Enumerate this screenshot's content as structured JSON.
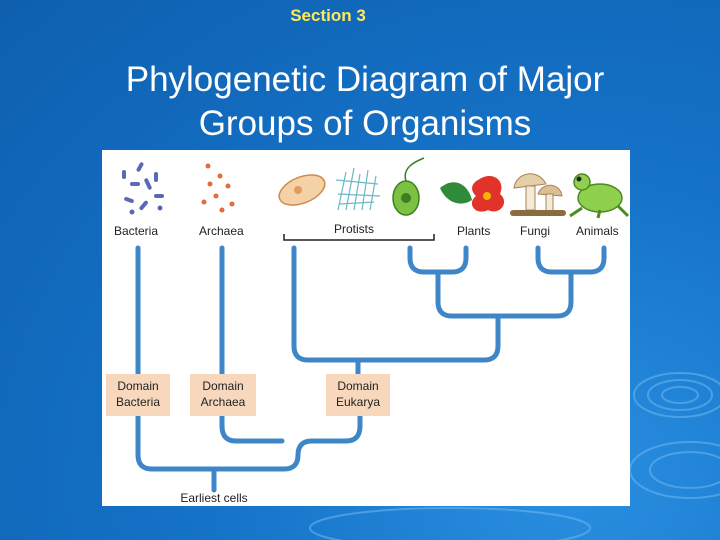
{
  "slide": {
    "section": "Section 3",
    "title_line1": "Phylogenetic Diagram of Major",
    "title_line2": "Groups of Organisms"
  },
  "diagram": {
    "groups": [
      "Bacteria",
      "Archaea",
      "Protists",
      "Plants",
      "Fungi",
      "Animals"
    ],
    "domains": [
      {
        "line1": "Domain",
        "line2": "Bacteria"
      },
      {
        "line1": "Domain",
        "line2": "Archaea"
      },
      {
        "line1": "Domain",
        "line2": "Eukarya"
      }
    ],
    "root_label": "Earliest cells"
  },
  "colors": {
    "branch": "#3f86c8",
    "domain_box": "#f7d8bd",
    "title_yellow": "#ffe95a"
  }
}
